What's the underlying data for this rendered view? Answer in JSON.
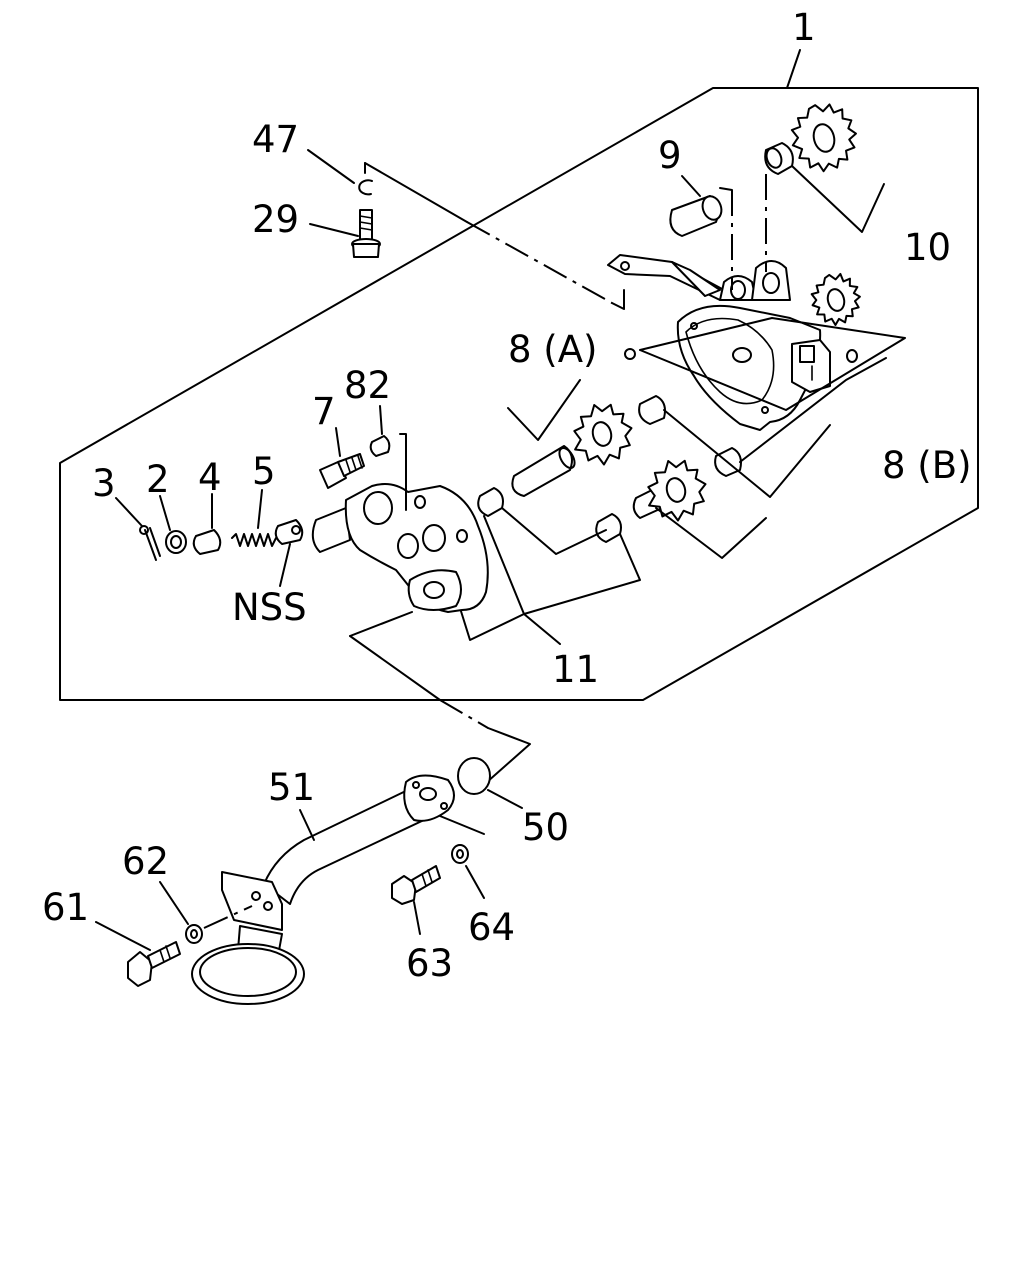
{
  "labels": {
    "p1": "1",
    "p47": "47",
    "p29": "29",
    "p9": "9",
    "p10": "10",
    "p8a": "8 (A)",
    "p82": "82",
    "p7": "7",
    "p3": "3",
    "p2": "2",
    "p4": "4",
    "p5": "5",
    "pNSS": "NSS",
    "p8b": "8 (B)",
    "p11": "11",
    "p51": "51",
    "p50": "50",
    "p62": "62",
    "p61": "61",
    "p63": "63",
    "p64": "64"
  }
}
